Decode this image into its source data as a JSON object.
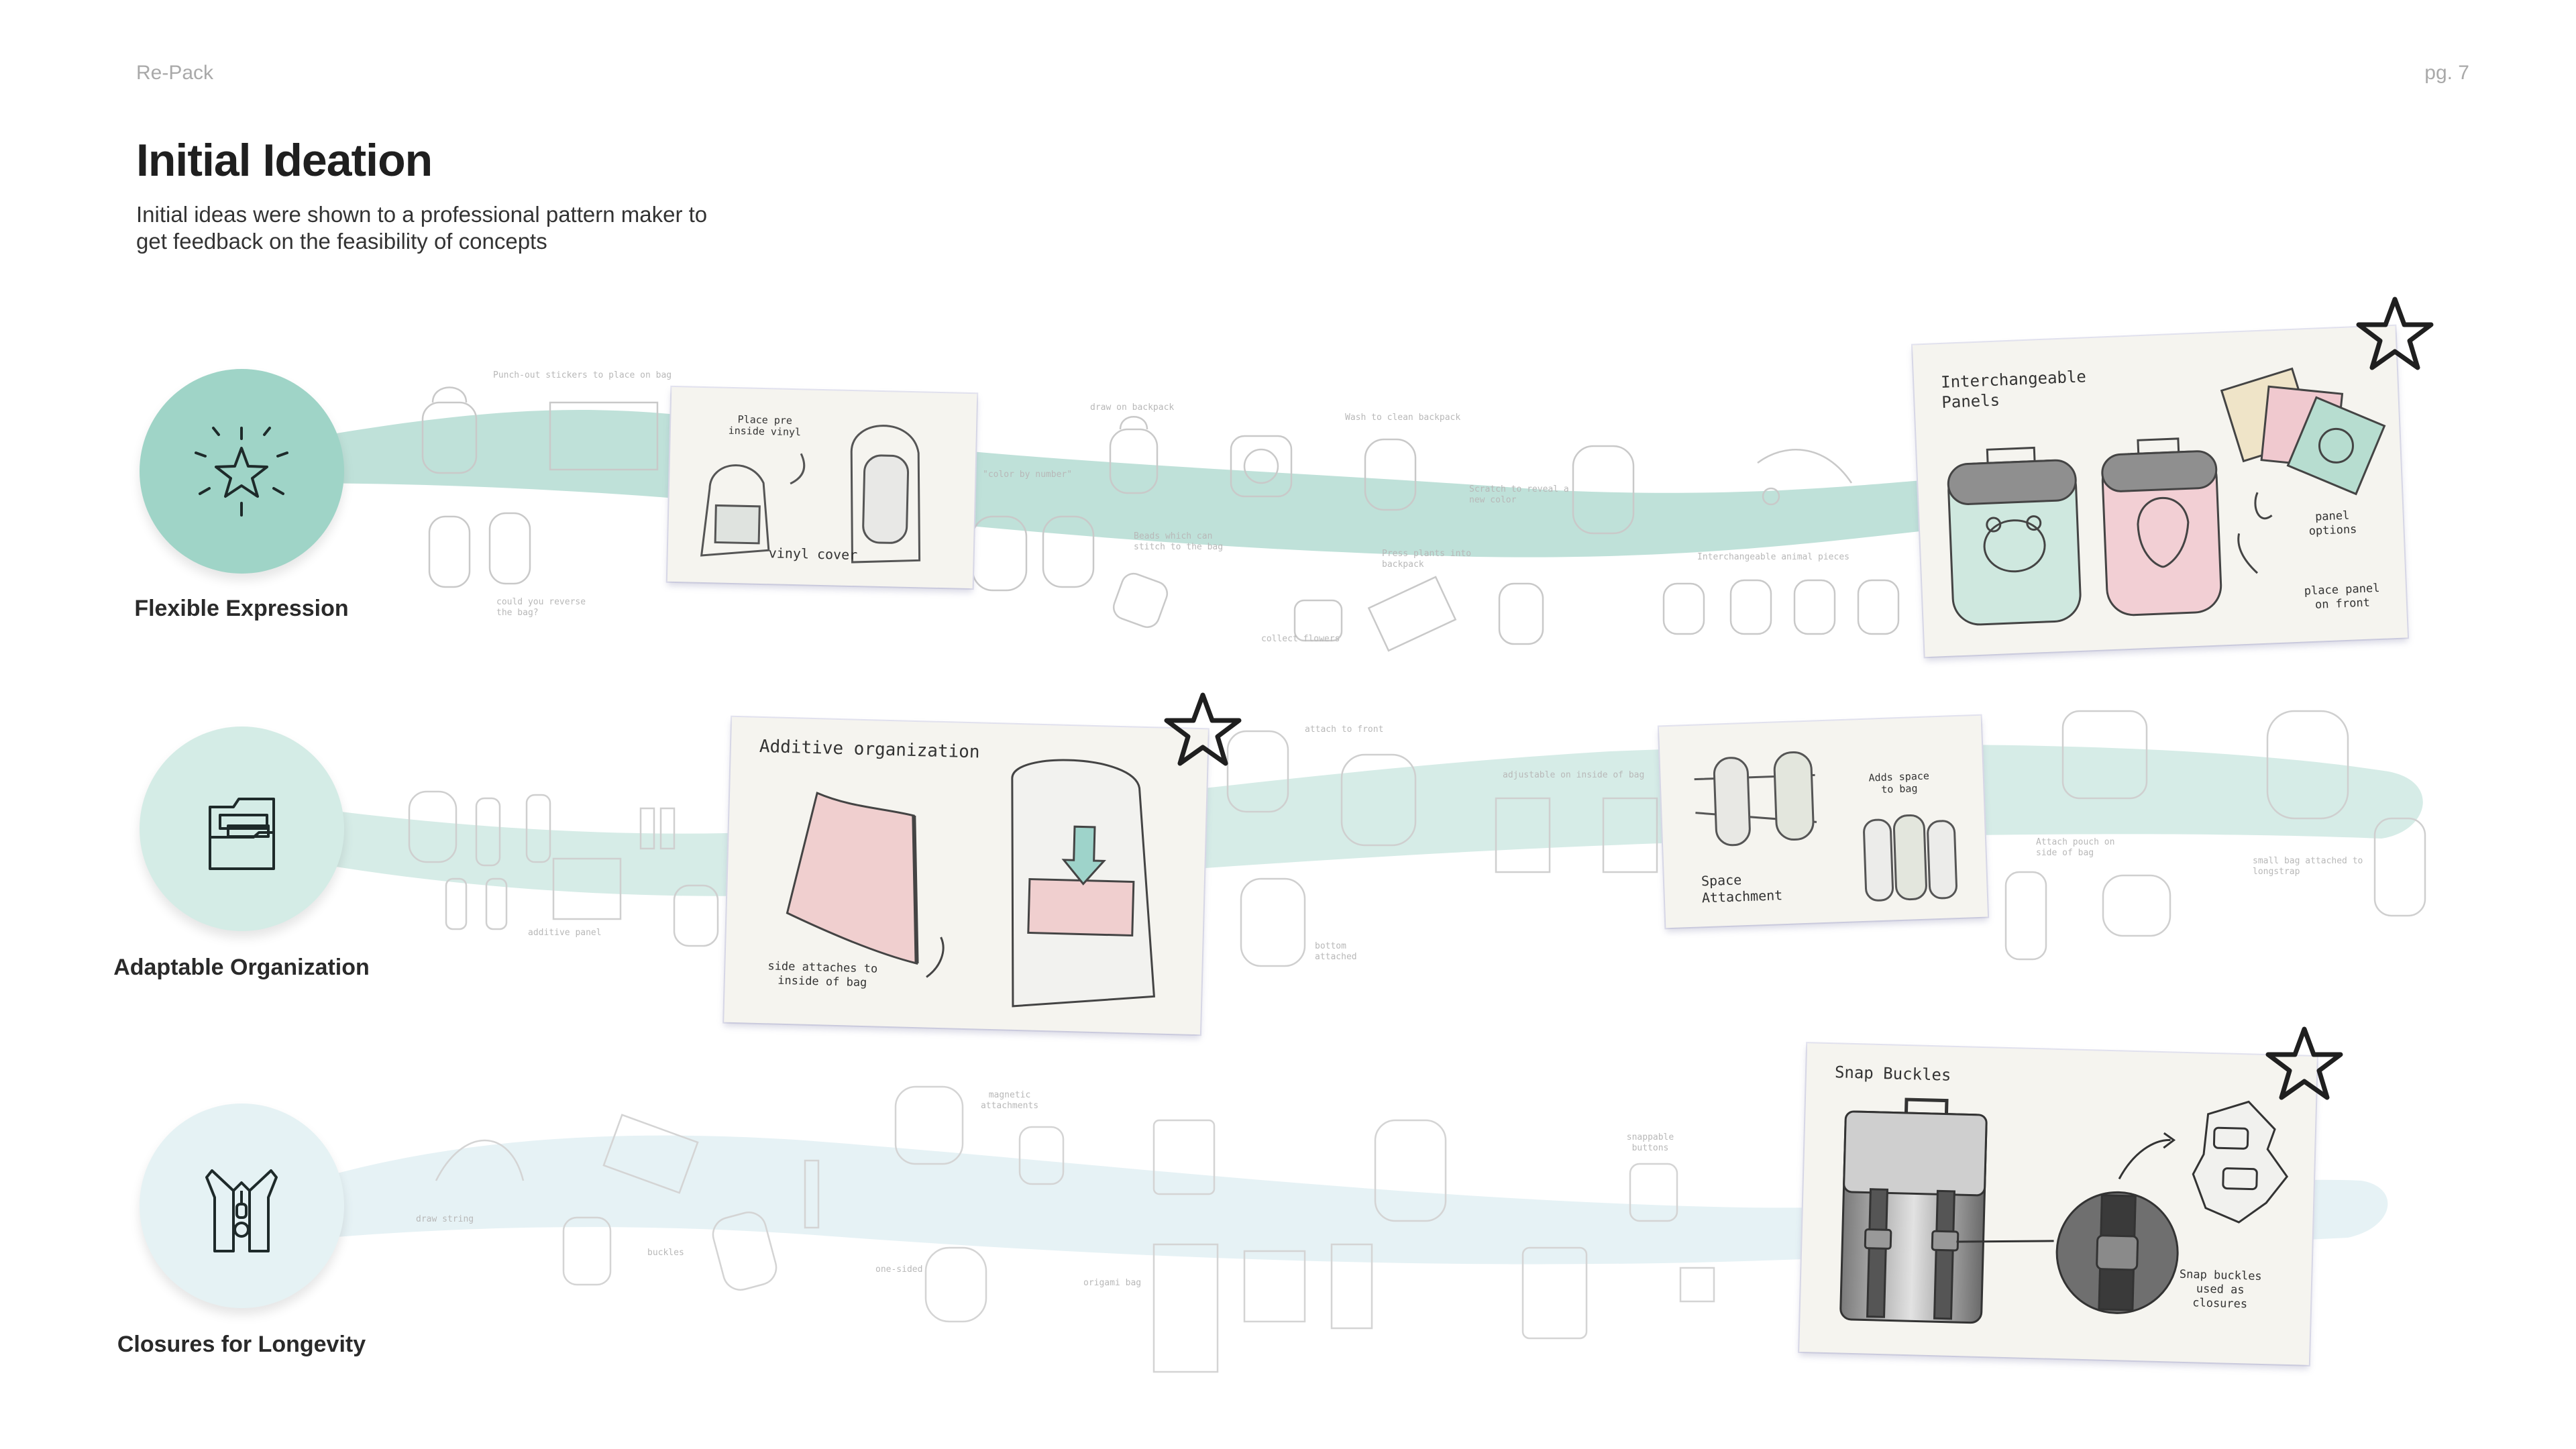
{
  "header": {
    "brand": "Re-Pack",
    "page": "pg. 7"
  },
  "title": "Initial Ideation",
  "subtitle": "Initial ideas were shown to a professional pattern maker to get feedback on the feasibility of concepts",
  "colors": {
    "teal": "#93cfc2",
    "teal_light": "#c9e6df",
    "teal_pale": "#e4f1f3",
    "card_bg": "#f5f4ef"
  },
  "rows": [
    {
      "label": "Flexible Expression",
      "icon": "sparkle-star-icon",
      "sketch_notes": [
        "Punch-out stickers to place on bag",
        "draw on backpack",
        "Wash to clean backpack",
        "\"color by number\"",
        "Beads which can stitch to the bag",
        "Scratch to reveal a new color",
        "Press plants into backpack",
        "collect flowers",
        "Interchangeable animal pieces",
        "could you reverse the bag?"
      ],
      "cards": [
        {
          "title": "vinyl cover",
          "notes": [
            "Place pre inside vinyl"
          ]
        },
        {
          "title": "Interchangeable Panels",
          "notes": [
            "panel options",
            "place panel on front"
          ],
          "starred": true
        }
      ]
    },
    {
      "label": "Adaptable Organization",
      "icon": "folder-icon",
      "sketch_notes": [
        "attach to front",
        "adjustable on inside of bag",
        "bottom attached",
        "additive panel",
        "Attach pouch on side of bag",
        "small bag attached to longstrap"
      ],
      "cards": [
        {
          "title": "Additive organization",
          "notes": [
            "side attaches to inside of bag"
          ],
          "starred": true
        },
        {
          "title": "Space Attachment",
          "notes": [
            "Adds space to bag"
          ]
        }
      ]
    },
    {
      "label": "Closures for Longevity",
      "icon": "zipper-icon",
      "sketch_notes": [
        "draw string",
        "buckles",
        "one-sided",
        "origami bag",
        "magnetic attachments",
        "snappable buttons"
      ],
      "cards": [
        {
          "title": "Snap Buckles",
          "notes": [
            "Snap buckles used as closures"
          ],
          "starred": true
        }
      ]
    }
  ]
}
